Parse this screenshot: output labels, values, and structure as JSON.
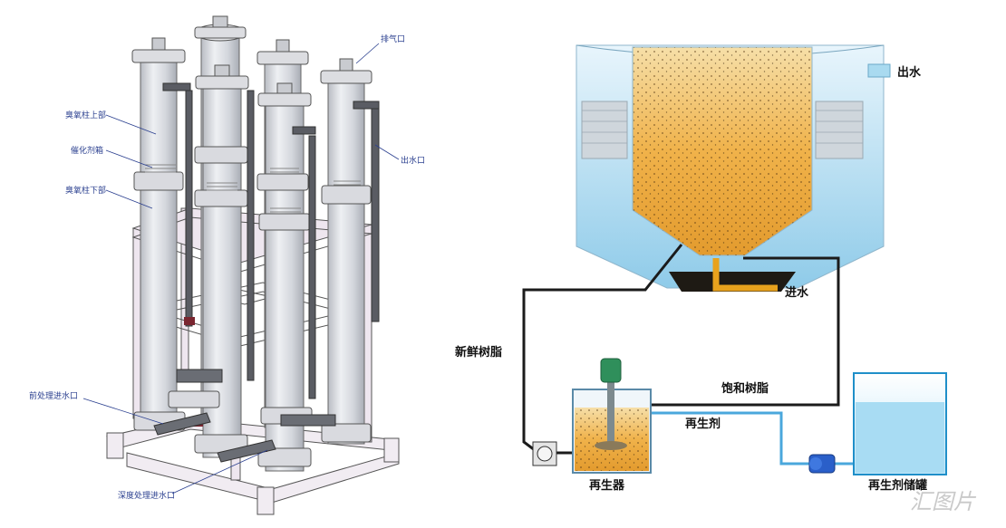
{
  "left_diagram": {
    "labels": {
      "vent_port": "排气口",
      "column_top": "臭氧柱上部",
      "catalyst_bed": "催化剂箱",
      "column_bottom": "臭氧柱下部",
      "outlet_port": "出水口",
      "pretreat_inlet": "前处理进水口",
      "deep_inlet": "深度处理进水口"
    }
  },
  "right_diagram": {
    "labels": {
      "water_out": "出水",
      "water_in": "进水",
      "fresh_resin": "新鲜树脂",
      "saturated_resin": "饱和树脂",
      "regenerant": "再生剂",
      "regenerator": "再生器",
      "regenerant_tank": "再生剂储罐"
    }
  },
  "watermark": "汇图片",
  "colors": {
    "resin": "#e8a63c",
    "water": "#9fd4ee",
    "pipe": "#1b1b1b",
    "pipe_regen": "#4aa7dc",
    "column_glass": "#d8dadf",
    "frame": "#ece4ee",
    "label_blue": "#2a3f8f"
  }
}
